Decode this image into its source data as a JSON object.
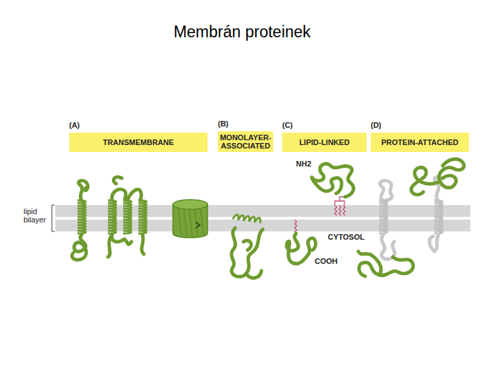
{
  "diagram": {
    "title": "Membrán proteinek",
    "nodes": [
      {
        "text": [
          "(A)",
          "TRANSMEMBRANE"
        ]
      },
      {
        "text": [
          "(B)",
          "MONOLAYER-ASSOCIATED"
        ]
      },
      {
        "text": [
          "(C)",
          "LIPID-LINKED"
        ]
      },
      {
        "text": [
          "(D)",
          "PROTEIN-ATTACHED"
        ]
      }
    ],
    "labels": [
      "lipid bilayer",
      "NH2",
      "CYTOSOL",
      "COOH"
    ]
  }
}
